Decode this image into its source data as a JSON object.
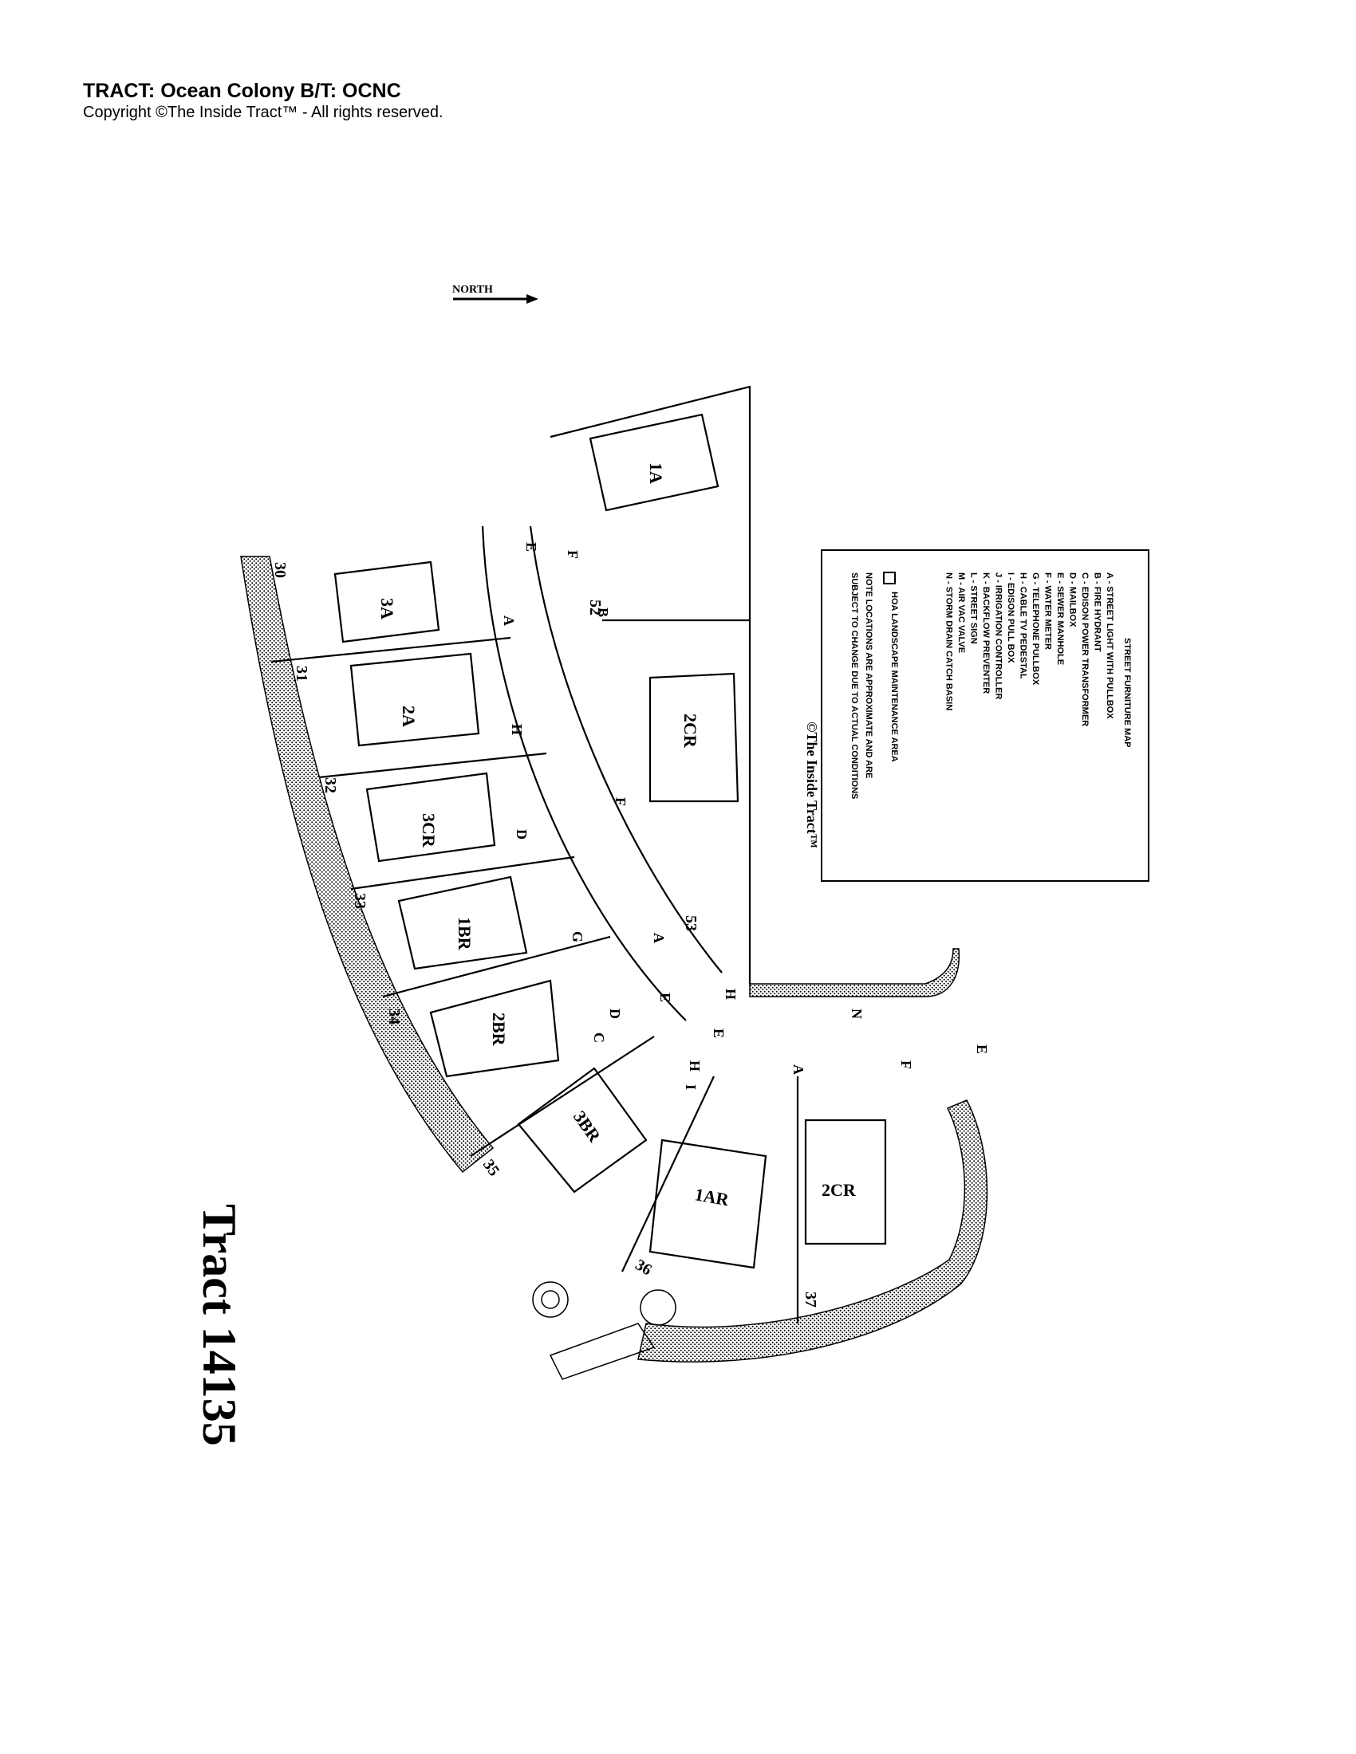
{
  "header": {
    "tract_line": "TRACT: Ocean Colony   B/T: OCNC",
    "copyright_line": "Copyright  ©The Inside Tract™ - All rights reserved."
  },
  "map": {
    "north_label": "NORTH",
    "watermark": "©The Inside Tract™",
    "tract_title": "Tract 14135",
    "lots": [
      {
        "number": "30",
        "plan": "3A"
      },
      {
        "number": "31",
        "plan": "2A"
      },
      {
        "number": "32",
        "plan": "3CR"
      },
      {
        "number": "33",
        "plan": "1BR"
      },
      {
        "number": "34",
        "plan": "2BR"
      },
      {
        "number": "35",
        "plan": "3BR"
      },
      {
        "number": "36",
        "plan": "1AR"
      },
      {
        "number": "37",
        "plan": "2CR"
      },
      {
        "number": "52",
        "plan": "2CR"
      },
      {
        "number": "53",
        "plan": "1A"
      }
    ],
    "legend": {
      "title": "STREET FURNITURE MAP",
      "items": [
        {
          "code": "A",
          "label": "STREET LIGHT WITH PULLBOX"
        },
        {
          "code": "B",
          "label": "FIRE HYDRANT"
        },
        {
          "code": "C",
          "label": "EDISON POWER TRANSFORMER"
        },
        {
          "code": "D",
          "label": "MAILBOX"
        },
        {
          "code": "E",
          "label": "SEWER MANHOLE"
        },
        {
          "code": "F",
          "label": "WATER METER"
        },
        {
          "code": "G",
          "label": "TELEPHONE PULLBOX"
        },
        {
          "code": "H",
          "label": "CABLE TV PEDESTAL"
        },
        {
          "code": "I",
          "label": "EDISON PULL BOX"
        },
        {
          "code": "J",
          "label": "IRRIGATION CONTROLLER"
        },
        {
          "code": "K",
          "label": "BACKFLOW PREVENTER"
        },
        {
          "code": "L",
          "label": "STREET SIGN"
        },
        {
          "code": "M",
          "label": "AIR VAC VALVE"
        },
        {
          "code": "N",
          "label": "STORM DRAIN CATCH BASIN"
        }
      ],
      "hoa_label": "HOA LANDSCAPE MAINTENANCE AREA",
      "note_line1": "NOTE  LOCATIONS ARE APPROXIMATE AND ARE",
      "note_line2": "SUBJECT TO CHANGE DUE TO ACTUAL CONDITIONS"
    }
  }
}
